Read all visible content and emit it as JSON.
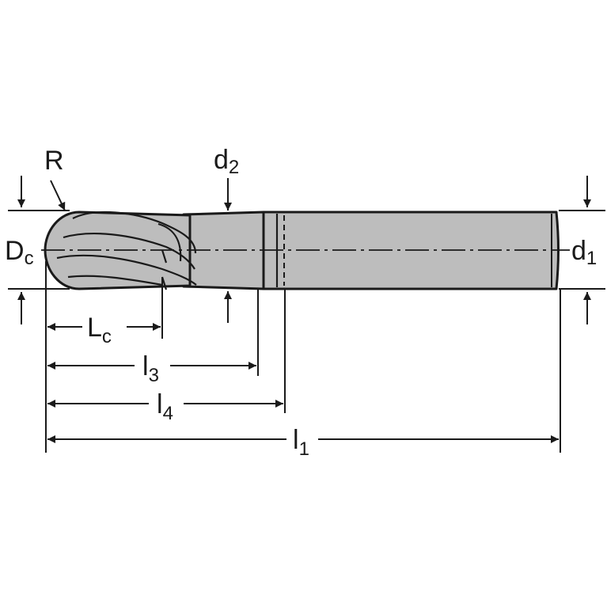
{
  "diagram": {
    "colors": {
      "tool_fill": "#bdbdbd",
      "line": "#1a1a1a",
      "background": "#ffffff"
    },
    "labels": {
      "R": {
        "main": "R",
        "sub": ""
      },
      "d2": {
        "main": "d",
        "sub": "2"
      },
      "Dc": {
        "main": "D",
        "sub": "c"
      },
      "d1": {
        "main": "d",
        "sub": "1"
      },
      "Lc": {
        "main": "L",
        "sub": "c"
      },
      "l3": {
        "main": "l",
        "sub": "3"
      },
      "l4": {
        "main": "l",
        "sub": "4"
      },
      "l1": {
        "main": "l",
        "sub": "1"
      }
    }
  }
}
